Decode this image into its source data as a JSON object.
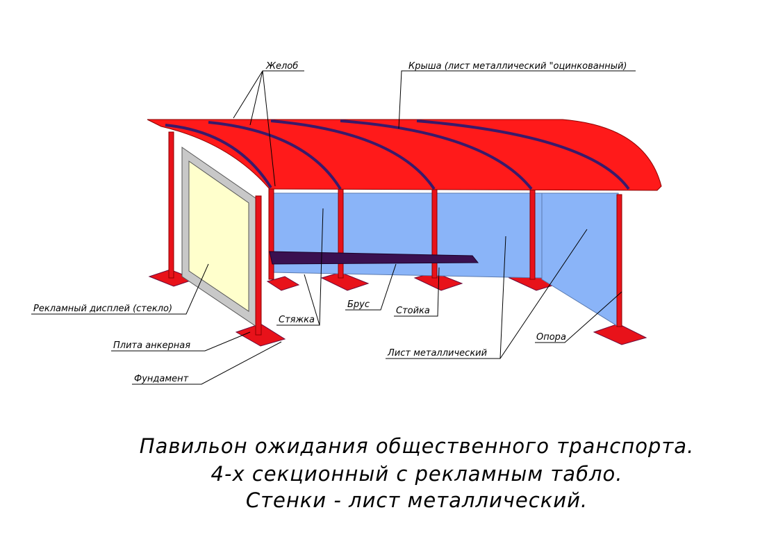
{
  "labels": {
    "gutter": "Желоб",
    "roof": "Крыша (лист металлический \"оцинкованный)",
    "display": "Рекламный дисплей (стекло)",
    "anchor_plate": "Плита анкерная",
    "foundation": "Фундамент",
    "tie": "Стяжка",
    "beam": "Брус",
    "post": "Стойка",
    "metal_sheet": "Лист металлический",
    "support": "Опора"
  },
  "title": {
    "line1": "Павильон ожидания общественного транспорта.",
    "line2": "4-х секционный с рекламным табло.",
    "line3": "Стенки - лист металлический."
  },
  "colors": {
    "roof": "#ff1a1a",
    "wall": "#8ab4f8",
    "display": "#ffffcc",
    "frame": "#c8c8c8"
  }
}
